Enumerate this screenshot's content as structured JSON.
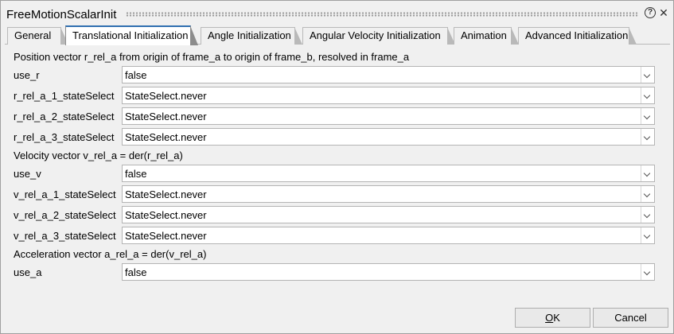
{
  "window": {
    "title": "FreeMotionScalarInit"
  },
  "tabs": [
    {
      "label": "General",
      "active": false
    },
    {
      "label": "Translational Initialization",
      "active": true
    },
    {
      "label": "Angle Initialization",
      "active": false
    },
    {
      "label": "Angular Velocity Initialization",
      "active": false
    },
    {
      "label": "Animation",
      "active": false
    },
    {
      "label": "Advanced Initialization",
      "active": false
    }
  ],
  "sections": {
    "position": "Position vector r_rel_a from origin of frame_a to origin of frame_b, resolved in frame_a",
    "velocity": "Velocity vector v_rel_a = der(r_rel_a)",
    "acceleration": "Acceleration vector a_rel_a = der(v_rel_a)"
  },
  "rows": [
    {
      "label": "use_r",
      "value": "false"
    },
    {
      "label": "r_rel_a_1_stateSelect",
      "value": "StateSelect.never"
    },
    {
      "label": "r_rel_a_2_stateSelect",
      "value": "StateSelect.never"
    },
    {
      "label": "r_rel_a_3_stateSelect",
      "value": "StateSelect.never"
    },
    {
      "label": "use_v",
      "value": "false"
    },
    {
      "label": "v_rel_a_1_stateSelect",
      "value": "StateSelect.never"
    },
    {
      "label": "v_rel_a_2_stateSelect",
      "value": "StateSelect.never"
    },
    {
      "label": "v_rel_a_3_stateSelect",
      "value": "StateSelect.never"
    },
    {
      "label": "use_a",
      "value": "false"
    }
  ],
  "buttons": {
    "ok": "OK",
    "cancel": "Cancel"
  },
  "icons": {
    "help": "help-icon",
    "close": "close-icon"
  }
}
